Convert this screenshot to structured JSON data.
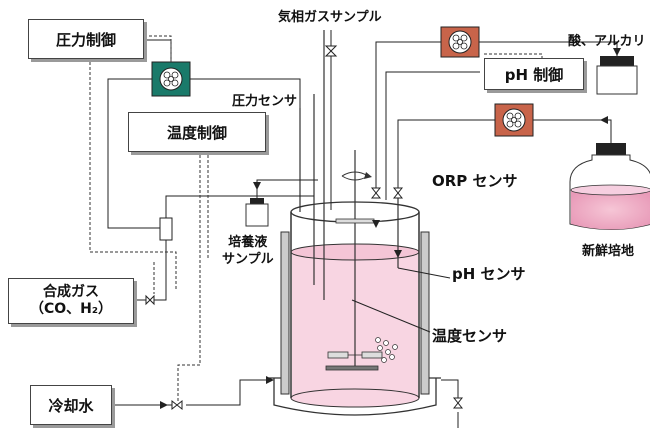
{
  "boxes": {
    "pressure_control": "圧力制御",
    "temperature_control": "温度制御",
    "ph_control": "pH 制御",
    "synthesis_gas_line1": "合成ガス",
    "synthesis_gas_line2": "（CO、H₂）",
    "cooling_water": "冷却水"
  },
  "labels": {
    "gas_phase_sample": "気相ガスサンプル",
    "acid_alkali": "酸、アルカリ",
    "pressure_sensor": "圧力センサ",
    "orp_sensor": "ORP センサ",
    "fresh_medium": "新鮮培地",
    "culture_sample_line1": "培養液",
    "culture_sample_line2": "サンプル",
    "ph_sensor": "pH センサ",
    "temperature_sensor": "温度センサ"
  },
  "colors": {
    "culture_liquid": "#f8d5e2",
    "pump_green": "#1a7a6a",
    "pump_red": "#c8644a",
    "line": "#222222"
  }
}
